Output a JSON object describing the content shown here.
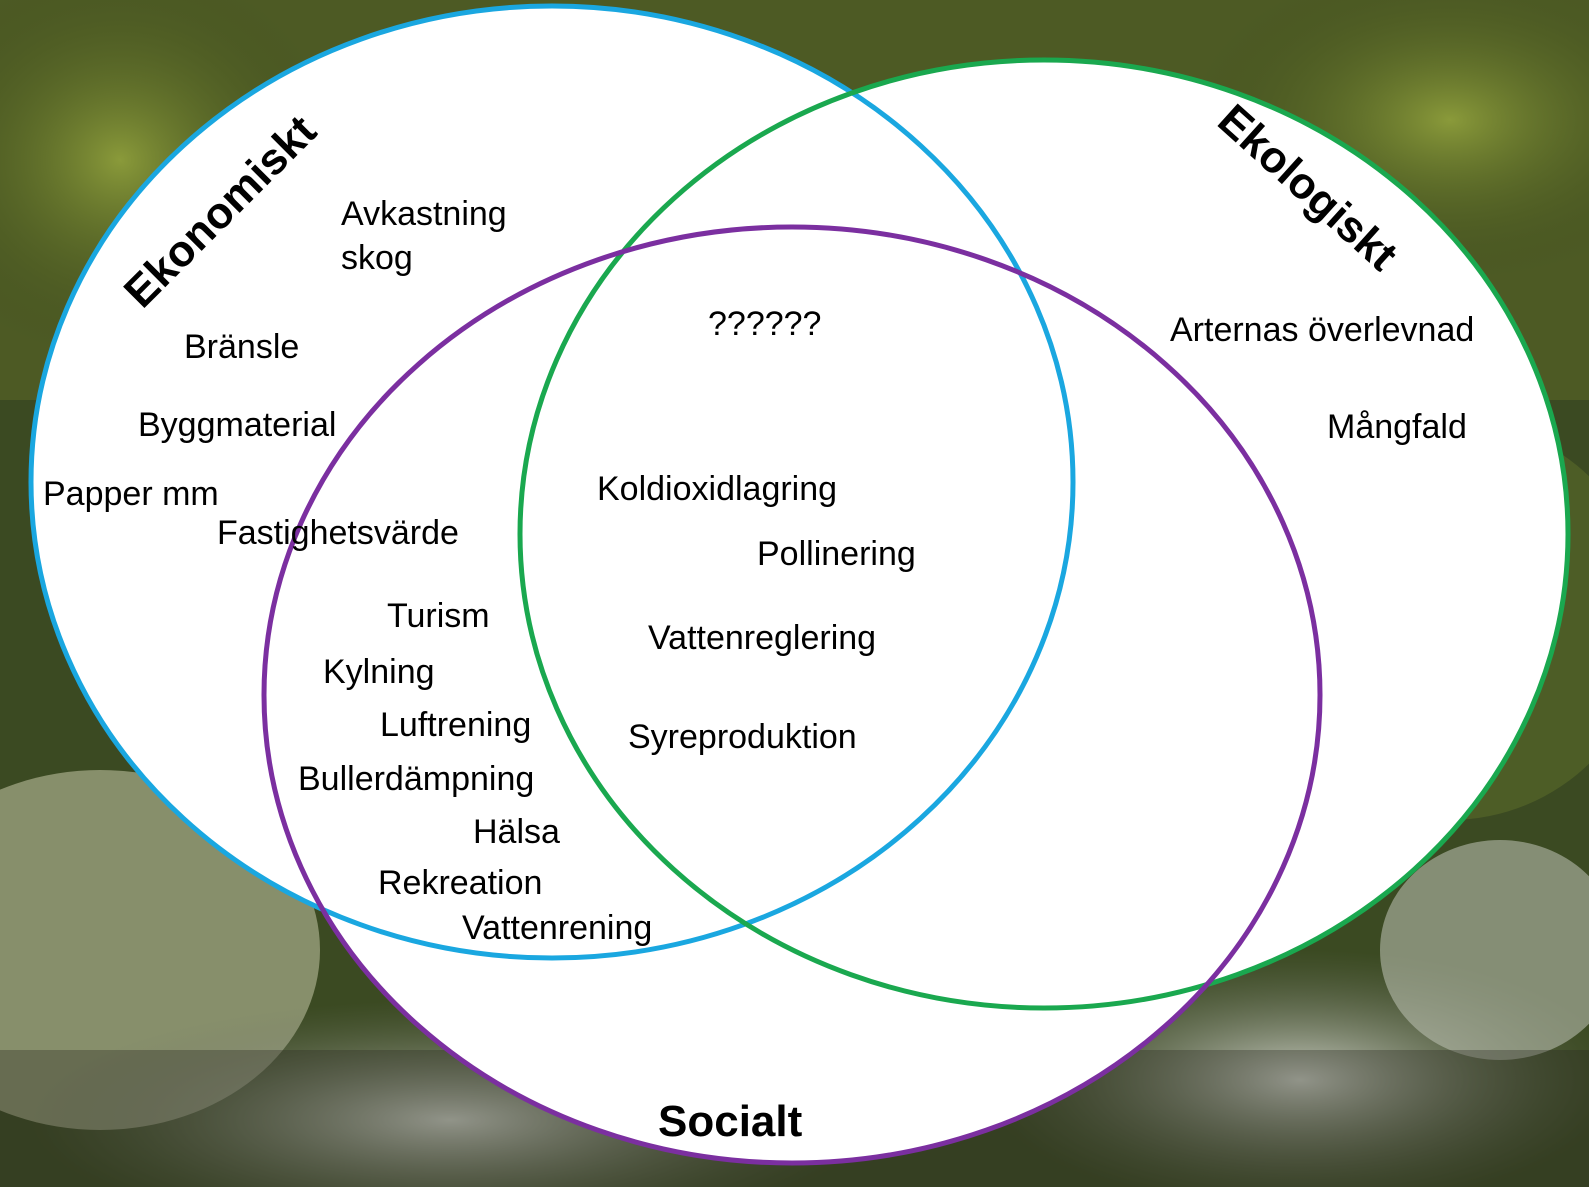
{
  "colors": {
    "economic_circle": "#1aa7e0",
    "ecological_circle": "#1aa84f",
    "social_circle": "#7b2fa0",
    "fill": "#ffffff",
    "text": "#000000"
  },
  "background": "forest-moss-photo",
  "sets": {
    "economic": {
      "title": "Ekonomiskt"
    },
    "ecological": {
      "title": "Ekologiskt"
    },
    "social": {
      "title": "Socialt"
    }
  },
  "labels": {
    "avkastning": "Avkastning\nskog",
    "bransle": "Bränsle",
    "byggmaterial": "Byggmaterial",
    "papper": "Papper mm",
    "fastighetsvarde": "Fastighetsvärde",
    "questions": "??????",
    "arternas": "Arternas överlevnad",
    "mangfald": "Mångfald",
    "koldioxid": "Koldioxidlagring",
    "pollinering": "Pollinering",
    "vattenreglering": "Vattenreglering",
    "syreproduktion": "Syreproduktion",
    "turism": "Turism",
    "kylning": "Kylning",
    "luftrening": "Luftrening",
    "bullerdampning": "Bullerdämpning",
    "halsa": "Hälsa",
    "rekreation": "Rekreation",
    "vattenrening": "Vattenrening"
  }
}
